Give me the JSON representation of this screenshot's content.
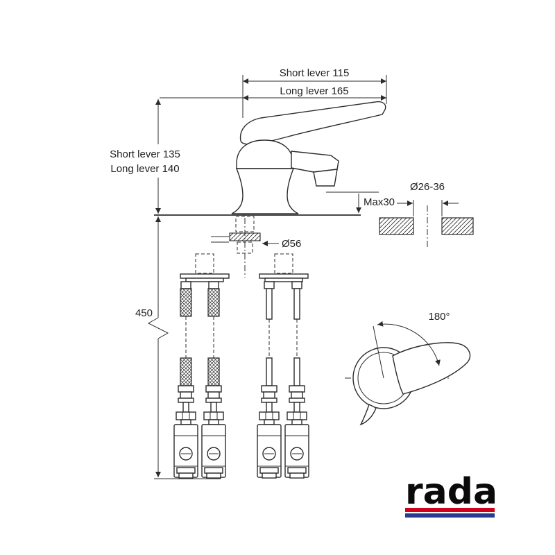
{
  "drawing": {
    "dim_top_short": "Short lever 115",
    "dim_top_long": "Long lever 165",
    "dim_left_short": "Short lever 135",
    "dim_left_long": "Long lever 140",
    "dim_max_deck": "Max30",
    "dim_hole": "Ø26-36",
    "dim_base": "Ø56",
    "dim_supply": "450",
    "dim_angle": "180°"
  },
  "logo": {
    "text": "rada",
    "red": "#d0021b",
    "blue": "#2a3b8f"
  }
}
